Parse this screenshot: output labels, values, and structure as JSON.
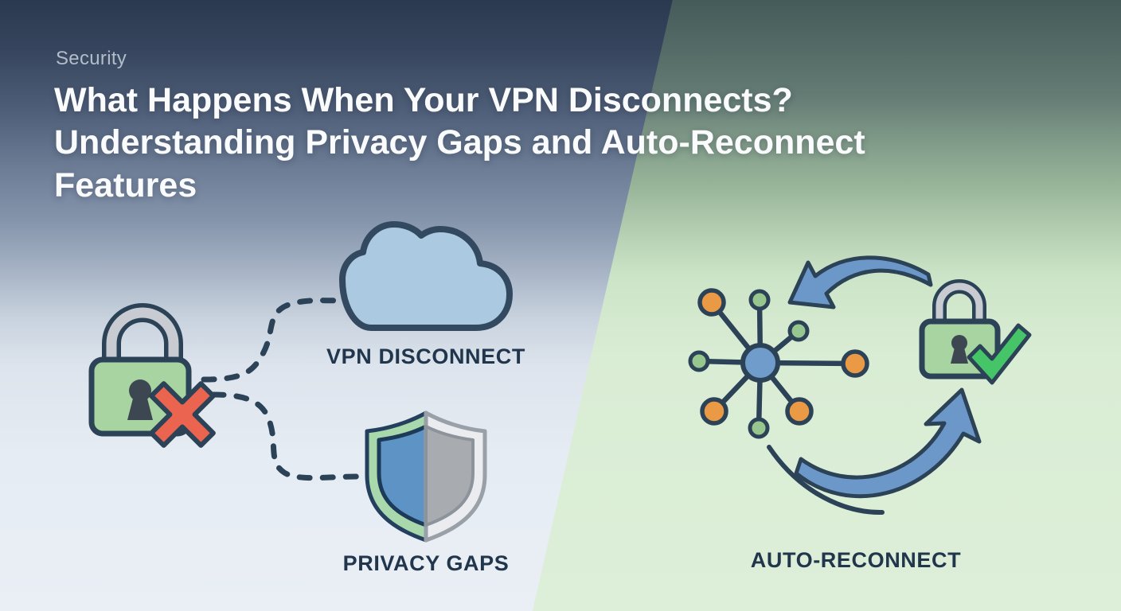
{
  "header": {
    "eyebrow": "Security",
    "title_lines": [
      "What Happens When Your VPN Disconnects?",
      "Understanding Privacy Gaps and Auto-Reconnect",
      "Features"
    ]
  },
  "labels": {
    "vpn_disconnect": "VPN DISCONNECT",
    "privacy_gaps": "PRIVACY GAPS",
    "auto_reconnect": "AUTO-RECONNECT"
  },
  "icons": [
    "padlock-x-icon",
    "cloud-icon",
    "split-shield-icon",
    "network-hub-icon",
    "curved-arrow-left-icon",
    "curved-arrow-right-icon",
    "motion-arc-icon",
    "padlock-check-icon",
    "dashed-connector"
  ],
  "colors": {
    "bg_top": "#2b3950",
    "bg_bottom_left": "#e9eff5",
    "panel_green": "#d9ecd4",
    "outline_navy": "#2c4257",
    "lock_green": "#a7d4a1",
    "shackle_gray": "#c8ccd2",
    "error_red": "#ea6450",
    "cloud_blue": "#abc9e1",
    "shield_green_rim": "#a8d8ab",
    "shield_blue": "#5d94c5",
    "shield_gray": "#a8acb1",
    "hub_blue": "#6f9cca",
    "node_orange": "#ea9a44",
    "node_green": "#97c68f",
    "arrow_blue": "#6b98c8",
    "check_green": "#46c568",
    "label_navy": "#21364d",
    "eyebrow_gray": "#b3bdc9",
    "title_white": "#fafbfc"
  }
}
